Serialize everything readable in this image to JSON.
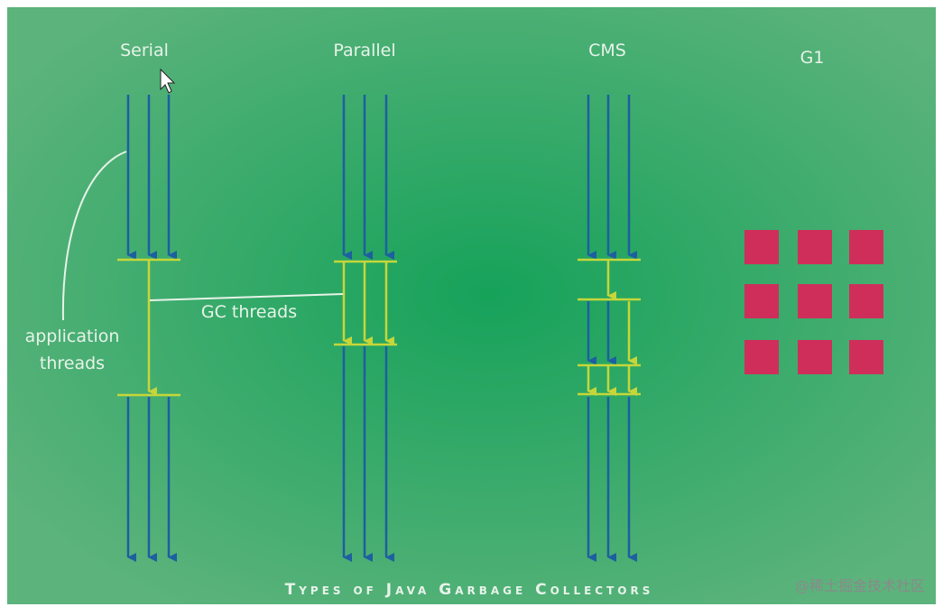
{
  "columns": {
    "serial": "Serial",
    "parallel": "Parallel",
    "cms": "CMS",
    "g1": "G1"
  },
  "labels": {
    "application_threads_line1": "application",
    "application_threads_line2": "threads",
    "gc_threads": "GC threads"
  },
  "footer_title": "Types of Java Garbage Collectors",
  "watermark": "@稀土掘金技术社区",
  "colors": {
    "background_center": "#16a25a",
    "background_edge": "#5cb37c",
    "application_thread": "#1d5fa0",
    "gc_thread": "#c6d63a",
    "region": "#cf2e5a",
    "text": "#e7f3e9"
  }
}
